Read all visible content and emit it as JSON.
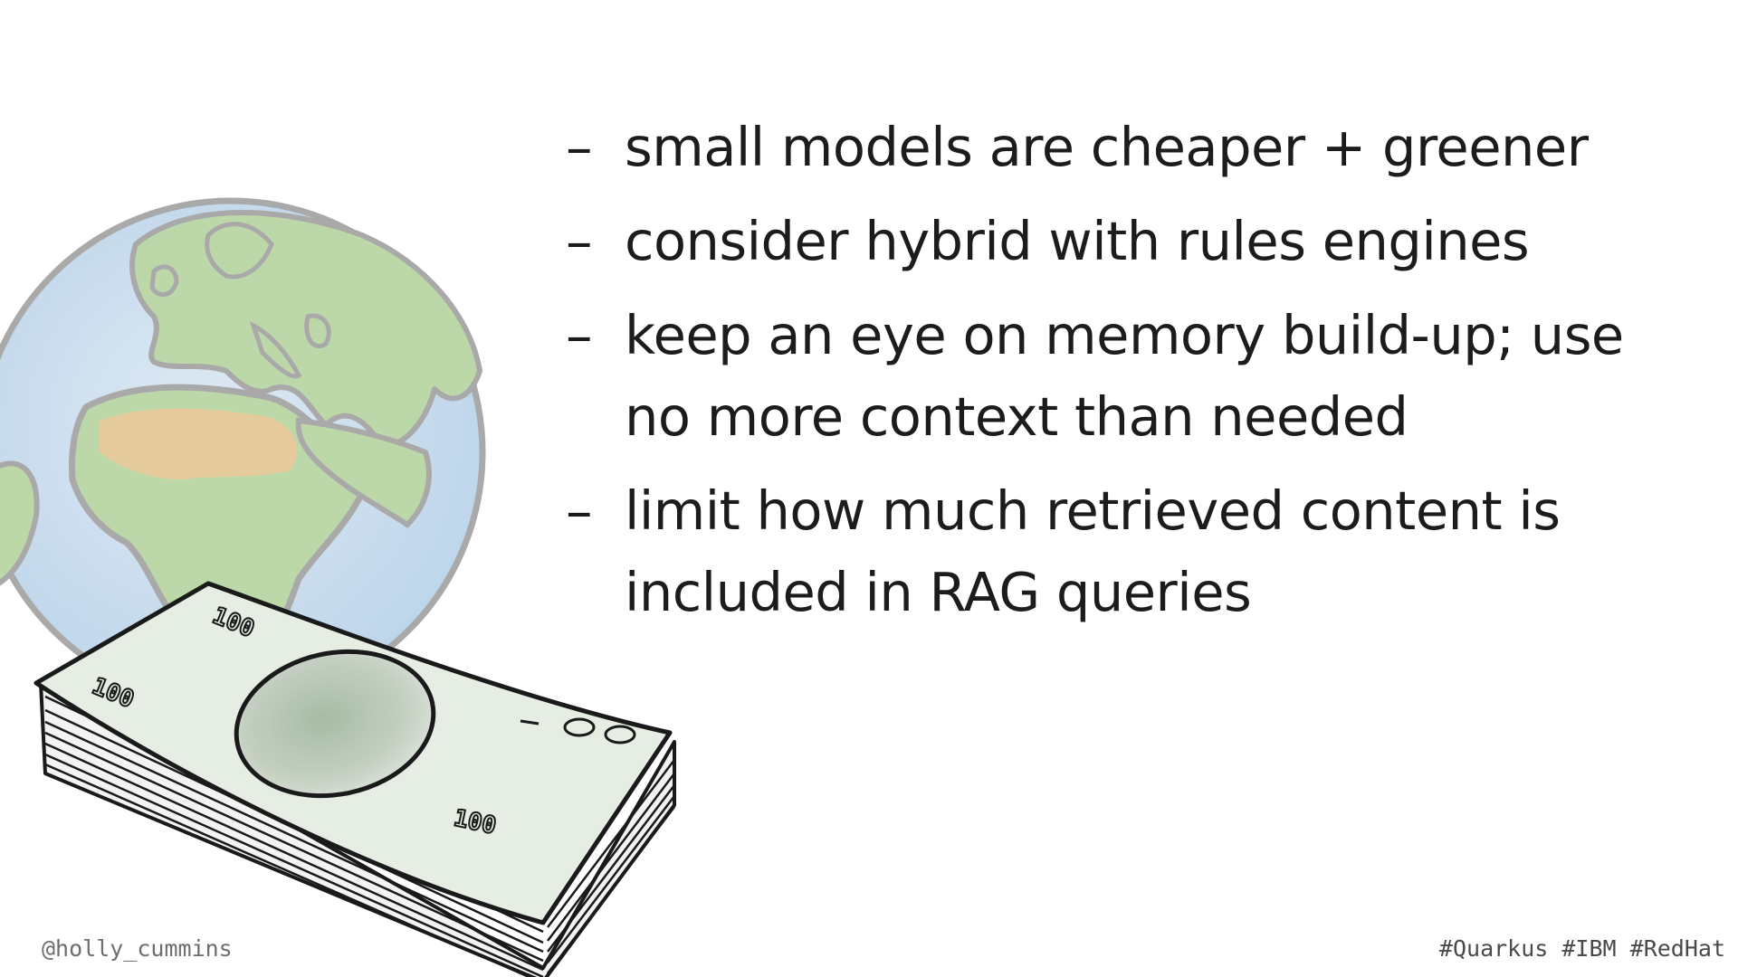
{
  "bullets": [
    {
      "dash": "–",
      "text": "small models are cheaper + greener"
    },
    {
      "dash": "–",
      "text": "consider hybrid with rules engines"
    },
    {
      "dash": "–",
      "text": "keep an eye on memory build-up; use no more context than needed"
    },
    {
      "dash": "–",
      "text": "limit how much retrieved content is included in RAG queries"
    }
  ],
  "footer": {
    "handle": "@holly_cummins",
    "hashtags": "#Quarkus #IBM #RedHat"
  },
  "banknote": {
    "top_left_denomination": "100",
    "left_denomination": "100",
    "bottom_right_denomination": "100"
  },
  "colors": {
    "text": "#1c1c1c",
    "footer": "#6e6e6e",
    "ocean": "#c9def0",
    "land": "#b9d7a6",
    "desert": "#ecc89a",
    "banknote": "#e8efe6"
  }
}
